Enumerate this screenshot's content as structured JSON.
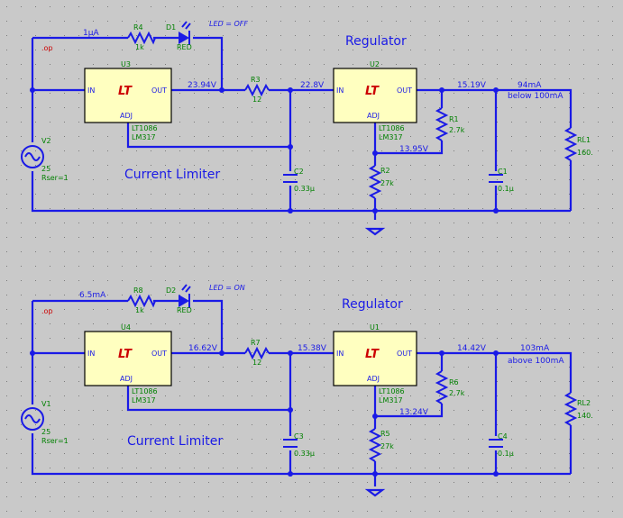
{
  "colors": {
    "background": "#c9c9c9",
    "wire": "#1a1ae6",
    "component_label": "#008000",
    "node_label": "#cc0000",
    "ic_fill": "#ffffc0"
  },
  "circuits": [
    {
      "source": {
        "name": "V2",
        "value": "25",
        "rser": "Rser=1",
        "node": ".op"
      },
      "current_label": "1µA",
      "r_led": {
        "name": "R4",
        "value": "1k"
      },
      "led": {
        "name": "D1",
        "value": "RED",
        "state": "LED = OFF"
      },
      "limiter": {
        "name": "U3",
        "part": "LT1086",
        "alt": "LM317",
        "pin_in": "IN",
        "pin_out": "OUT",
        "pin_adj": "ADJ",
        "logo": "LT"
      },
      "v_limiter_out": "23.94V",
      "r_sense": {
        "name": "R3",
        "value": "12"
      },
      "v_reg_in": "22.8V",
      "cap_in": {
        "name": "C2",
        "value": "0.33µ"
      },
      "regulator": {
        "name": "U2",
        "part": "LT1086",
        "alt": "LM317",
        "pin_in": "IN",
        "pin_out": "OUT",
        "pin_adj": "ADJ",
        "logo": "LT"
      },
      "v_reg_out": "15.19V",
      "r_top": {
        "name": "R1",
        "value": "2.7k"
      },
      "r_bot": {
        "name": "R2",
        "value": "27k"
      },
      "v_adj": "13.95V",
      "cap_out": {
        "name": "C1",
        "value": "0.1µ"
      },
      "load": {
        "name": "RL1",
        "value": "160."
      },
      "load_current": "94mA",
      "load_note": "below 100mA",
      "title_limiter": "Current Limiter",
      "title_regulator": "Regulator"
    },
    {
      "source": {
        "name": "V1",
        "value": "25",
        "rser": "Rser=1",
        "node": ".op"
      },
      "current_label": "6.5mA",
      "r_led": {
        "name": "R8",
        "value": "1k"
      },
      "led": {
        "name": "D2",
        "value": "RED",
        "state": "LED = ON"
      },
      "limiter": {
        "name": "U4",
        "part": "LT1086",
        "alt": "LM317",
        "pin_in": "IN",
        "pin_out": "OUT",
        "pin_adj": "ADJ",
        "logo": "LT"
      },
      "v_limiter_out": "16.62V",
      "r_sense": {
        "name": "R7",
        "value": "12"
      },
      "v_reg_in": "15.38V",
      "cap_in": {
        "name": "C3",
        "value": "0.33µ"
      },
      "regulator": {
        "name": "U1",
        "part": "LT1086",
        "alt": "LM317",
        "pin_in": "IN",
        "pin_out": "OUT",
        "pin_adj": "ADJ",
        "logo": "LT"
      },
      "v_reg_out": "14.42V",
      "r_top": {
        "name": "R6",
        "value": "2.7k"
      },
      "r_bot": {
        "name": "R5",
        "value": "27k"
      },
      "v_adj": "13.24V",
      "cap_out": {
        "name": "C4",
        "value": "0.1µ"
      },
      "load": {
        "name": "RL2",
        "value": "140."
      },
      "load_current": "103mA",
      "load_note": "above 100mA",
      "title_limiter": "Current Limiter",
      "title_regulator": "Regulator"
    }
  ]
}
